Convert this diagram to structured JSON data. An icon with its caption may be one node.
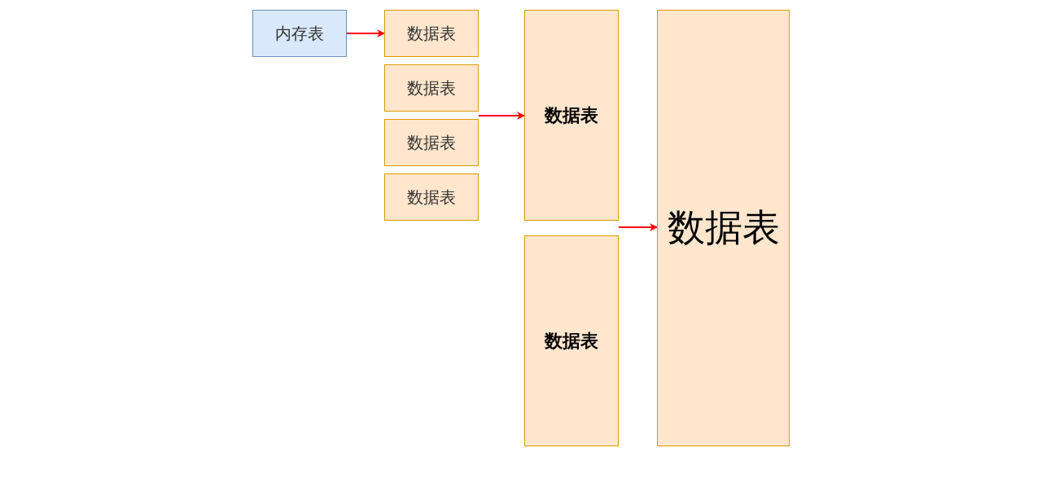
{
  "diagram": {
    "nodes": [
      {
        "text": [
          "内存表"
        ]
      },
      {
        "text": [
          "数据表"
        ]
      },
      {
        "text": [
          "数据表"
        ]
      },
      {
        "text": [
          "数据表"
        ]
      },
      {
        "text": [
          "数据表"
        ]
      },
      {
        "text": [
          "数据表"
        ]
      },
      {
        "text": [
          "数据表"
        ]
      },
      {
        "text": [
          "数据表"
        ]
      }
    ],
    "edges": [
      {
        "from": 0,
        "to": 1,
        "arrow": "to"
      },
      {
        "from": 2,
        "to": 5,
        "arrow": "to"
      },
      {
        "from": 5,
        "to": 7,
        "arrow": "to"
      }
    ]
  }
}
